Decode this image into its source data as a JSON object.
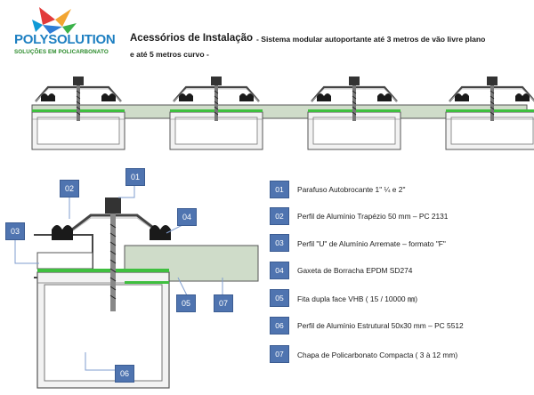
{
  "header": {
    "brand": "POLYSOLUTION",
    "tagline": "SOLUÇÕES EM POLICARBONATO",
    "title": "Acessórios de Instalação",
    "subtitle_line1": "- Sistema modular autoportante até 3 metros de vão livre plano",
    "subtitle_line2": "e até 5 metros curvo -"
  },
  "callouts": [
    "01",
    "02",
    "03",
    "04",
    "05",
    "06",
    "07"
  ],
  "legend": [
    {
      "num": "01",
      "text": "Parafuso Autobrocante 1\" ¼ e 2\""
    },
    {
      "num": "02",
      "text": "Perfil de Alumínio Trapézio 50 mm – PC 2131"
    },
    {
      "num": "03",
      "text": "Perfil \"U\" de Alumínio Arremate – formato \"F\""
    },
    {
      "num": "04",
      "text": "Gaxeta de Borracha EPDM SD274"
    },
    {
      "num": "05",
      "text": "Fita dupla face VHB ( 15 / 10000 ㎜)"
    },
    {
      "num": "06",
      "text": "Perfil de Alumínio Estrutural 50x30 mm – PC 5512"
    },
    {
      "num": "07",
      "text": "Chapa de Policarbonato Compacta ( 3 à 12 mm)"
    }
  ],
  "colors": {
    "badge": "#4f74b0",
    "sheet": "#cfdcc9",
    "tape": "#3fbf3f",
    "gasket": "#1a1a1a",
    "frame": "#f2f2f2"
  }
}
